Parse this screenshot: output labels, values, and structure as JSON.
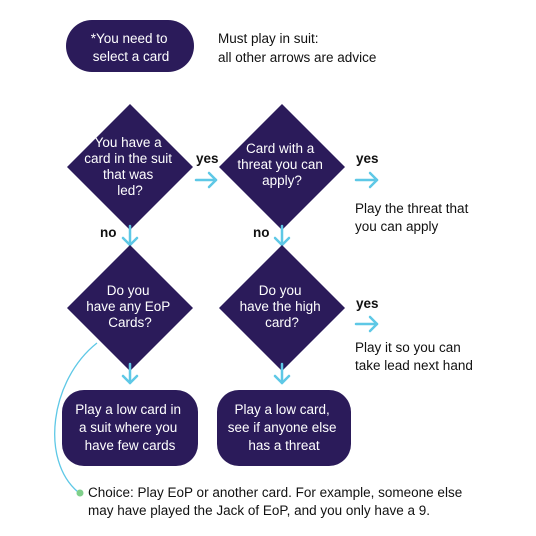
{
  "colors": {
    "shape_fill": "#2b1b5a",
    "arrow": "#5ec8e6",
    "choice_dot": "#7fcf8a",
    "text_dark": "#111111",
    "text_light": "#ffffff"
  },
  "header": {
    "note_box": [
      "*You need to",
      "select a card"
    ],
    "rule_text": [
      "Must play in suit:",
      "all other arrows are advice"
    ]
  },
  "nodes": {
    "q_have_suit": [
      "You have a",
      "card in the suit",
      "that was",
      "led?"
    ],
    "q_threat": [
      "Card with a",
      "threat you can",
      "apply?"
    ],
    "q_have_eop": [
      "Do you",
      "have any EoP",
      "Cards?"
    ],
    "q_high_card": [
      "Do you",
      "have the high",
      "card?"
    ],
    "play_low_suit": [
      "Play a low card in",
      "a suit where you",
      "have few cards"
    ],
    "play_low_threat": [
      "Play a low card,",
      "see if anyone else",
      "has a threat"
    ]
  },
  "labels": {
    "yes_1": "yes",
    "yes_2": "yes",
    "yes_3": "yes",
    "no_1": "no",
    "no_2": "no"
  },
  "outcomes": {
    "play_threat": [
      "Play the threat that",
      "you can apply"
    ],
    "play_lead": [
      "Play it so you can",
      "take lead next hand"
    ]
  },
  "choice_note": [
    "Choice: Play EoP or another card. For example, someone else",
    "may have played the Jack of EoP, and you only have a 9."
  ]
}
